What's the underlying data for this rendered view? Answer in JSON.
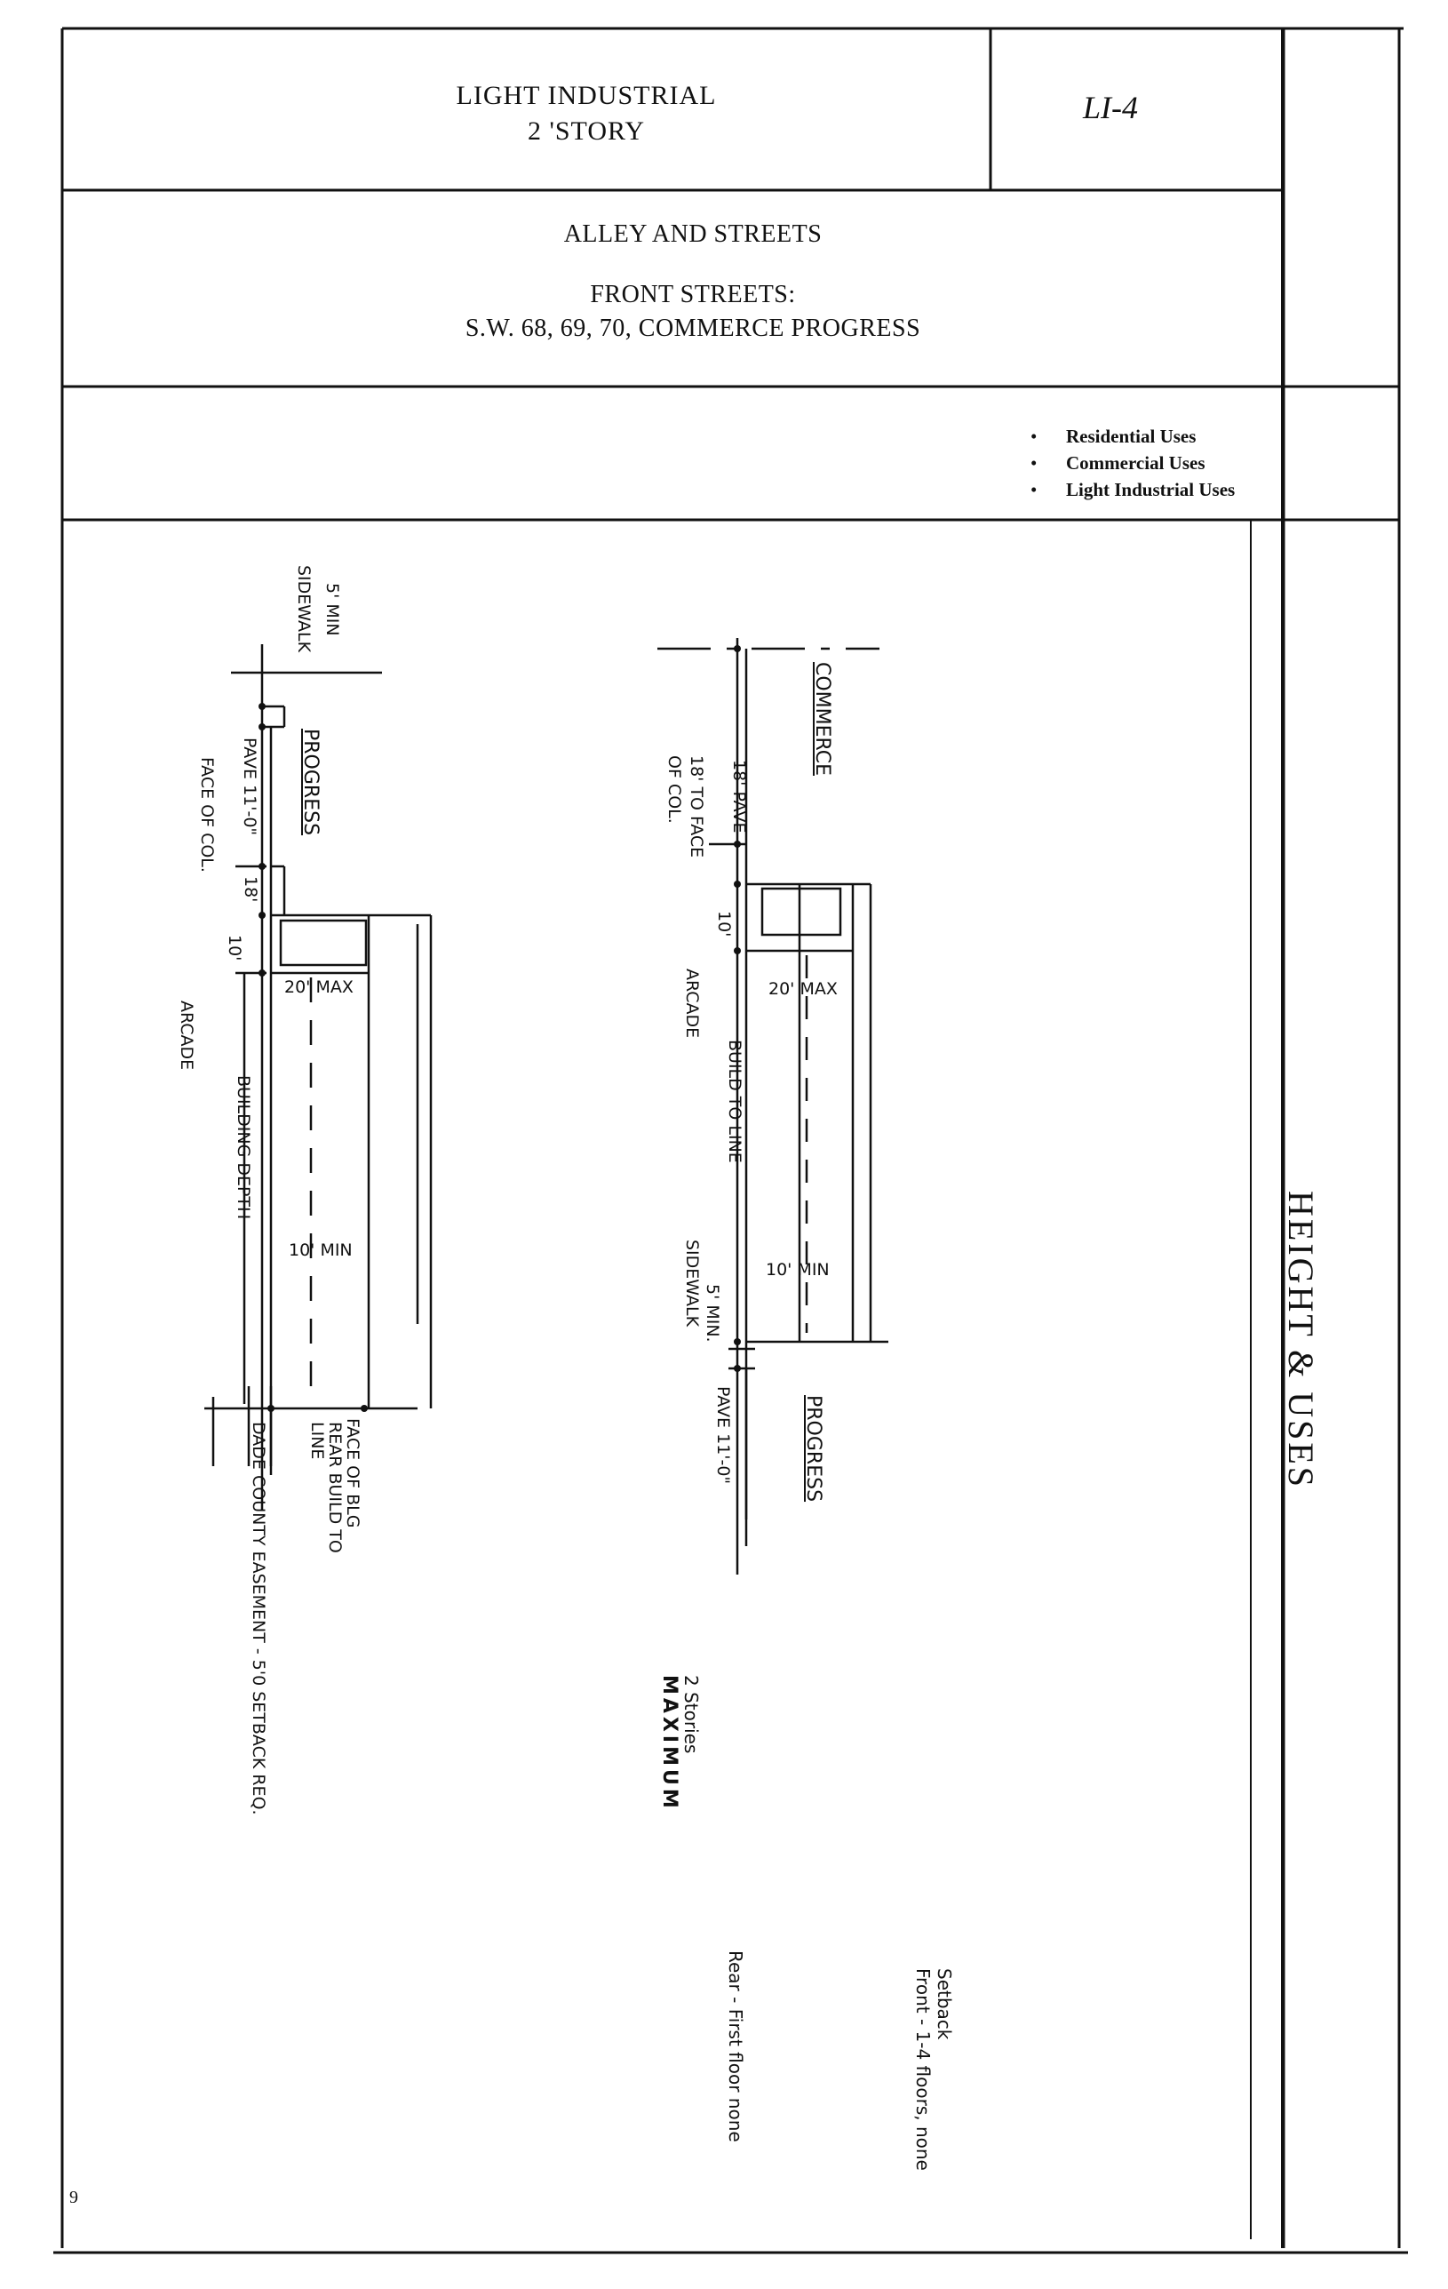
{
  "header": {
    "title_line1": "LIGHT INDUSTRIAL",
    "title_line2": "2 'STORY",
    "code": "LI-4"
  },
  "streets": {
    "line1": "ALLEY AND STREETS",
    "line2": "FRONT STREETS:",
    "line3": "S.W. 68, 69, 70, COMMERCE PROGRESS"
  },
  "uses": [
    "Residential Uses",
    "Commercial Uses",
    "Light Industrial Uses"
  ],
  "side_label": "HEIGHT & USES",
  "left_diagram": {
    "sidewalk_min": "5' MIN",
    "sidewalk": "SIDEWALK",
    "street": "PROGRESS",
    "pave": "PAVE 11'-0\"",
    "face_of_col": "FACE OF COL.",
    "dim_18": "18'",
    "dim_10": "10'",
    "arcade": "ARCADE",
    "max_20": "20' MAX",
    "building_depth": "BUILDING DEPTH",
    "min_10": "10' MIN",
    "face_of_blg": "FACE OF BLG",
    "rear_build": "REAR BUILD TO",
    "line": "LINE",
    "easement": "DADE COUNTY EASEMENT - 5'0 SETBACK REQ."
  },
  "right_diagram": {
    "street_top": "COMMERCE",
    "pave_18": "18' PAVE",
    "to_face": "18' TO FACE",
    "of_col": "OF COL.",
    "dim_10": "10'",
    "arcade": "ARCADE",
    "max_20": "20' MAX",
    "build_to_line": "BUILD TO LINE",
    "min_10": "10' MIN",
    "sidewalk_min": "5' MIN.",
    "sidewalk": "SIDEWALK",
    "pave": "PAVE 11'-0\"",
    "street_bottom": "PROGRESS"
  },
  "stories": {
    "line1": "2 Stories",
    "line2": "MAXIMUM"
  },
  "setback": {
    "title": "Setback",
    "front": "Front - 1-4 floors, none",
    "rear": "Rear - First floor none"
  },
  "page_number": "9"
}
